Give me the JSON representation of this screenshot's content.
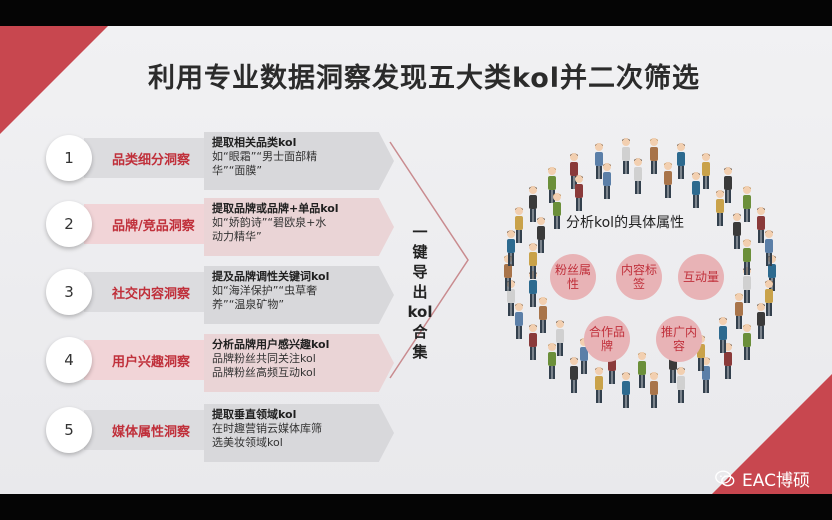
{
  "title": "利用专业数据洞察发现五大类kol并二次筛选",
  "rows": [
    {
      "num": "1",
      "category": "品类细分洞察",
      "desc_title": "提取相关品类kol",
      "desc_lines": [
        "如“眼霜”“男士面部精",
        "华”“面膜”"
      ]
    },
    {
      "num": "2",
      "category": "品牌/竞品洞察",
      "desc_title": "提取品牌或品牌+单品kol",
      "desc_lines": [
        "如“娇韵诗”“碧欧泉+水",
        "动力精华”"
      ]
    },
    {
      "num": "3",
      "category": "社交内容洞察",
      "desc_title": "提及品牌调性关键词kol",
      "desc_lines": [
        "如“海洋保护”“虫草奢",
        "养”“温泉矿物”"
      ]
    },
    {
      "num": "4",
      "category": "用户兴趣洞察",
      "desc_title": "分析品牌用户感兴趣kol",
      "desc_lines": [
        "品牌粉丝共同关注kol",
        "品牌粉丝高频互动kol"
      ]
    },
    {
      "num": "5",
      "category": "媒体属性洞察",
      "desc_title": "提取垂直领域kol",
      "desc_lines": [
        "在时趣营销云媒体库筛",
        "选美妆领域kol"
      ]
    }
  ],
  "export_label": [
    "一",
    "键",
    "导",
    "出",
    "kol",
    "合",
    "集"
  ],
  "center": {
    "title": "分析kol的具体属性",
    "attributes": [
      "粉丝属性",
      "内容标签",
      "互动量",
      "合作品牌",
      "推广内容"
    ]
  },
  "watermark": "EAC博硕",
  "colors": {
    "accent": "#c8474f",
    "category_text": "#c0303b"
  }
}
